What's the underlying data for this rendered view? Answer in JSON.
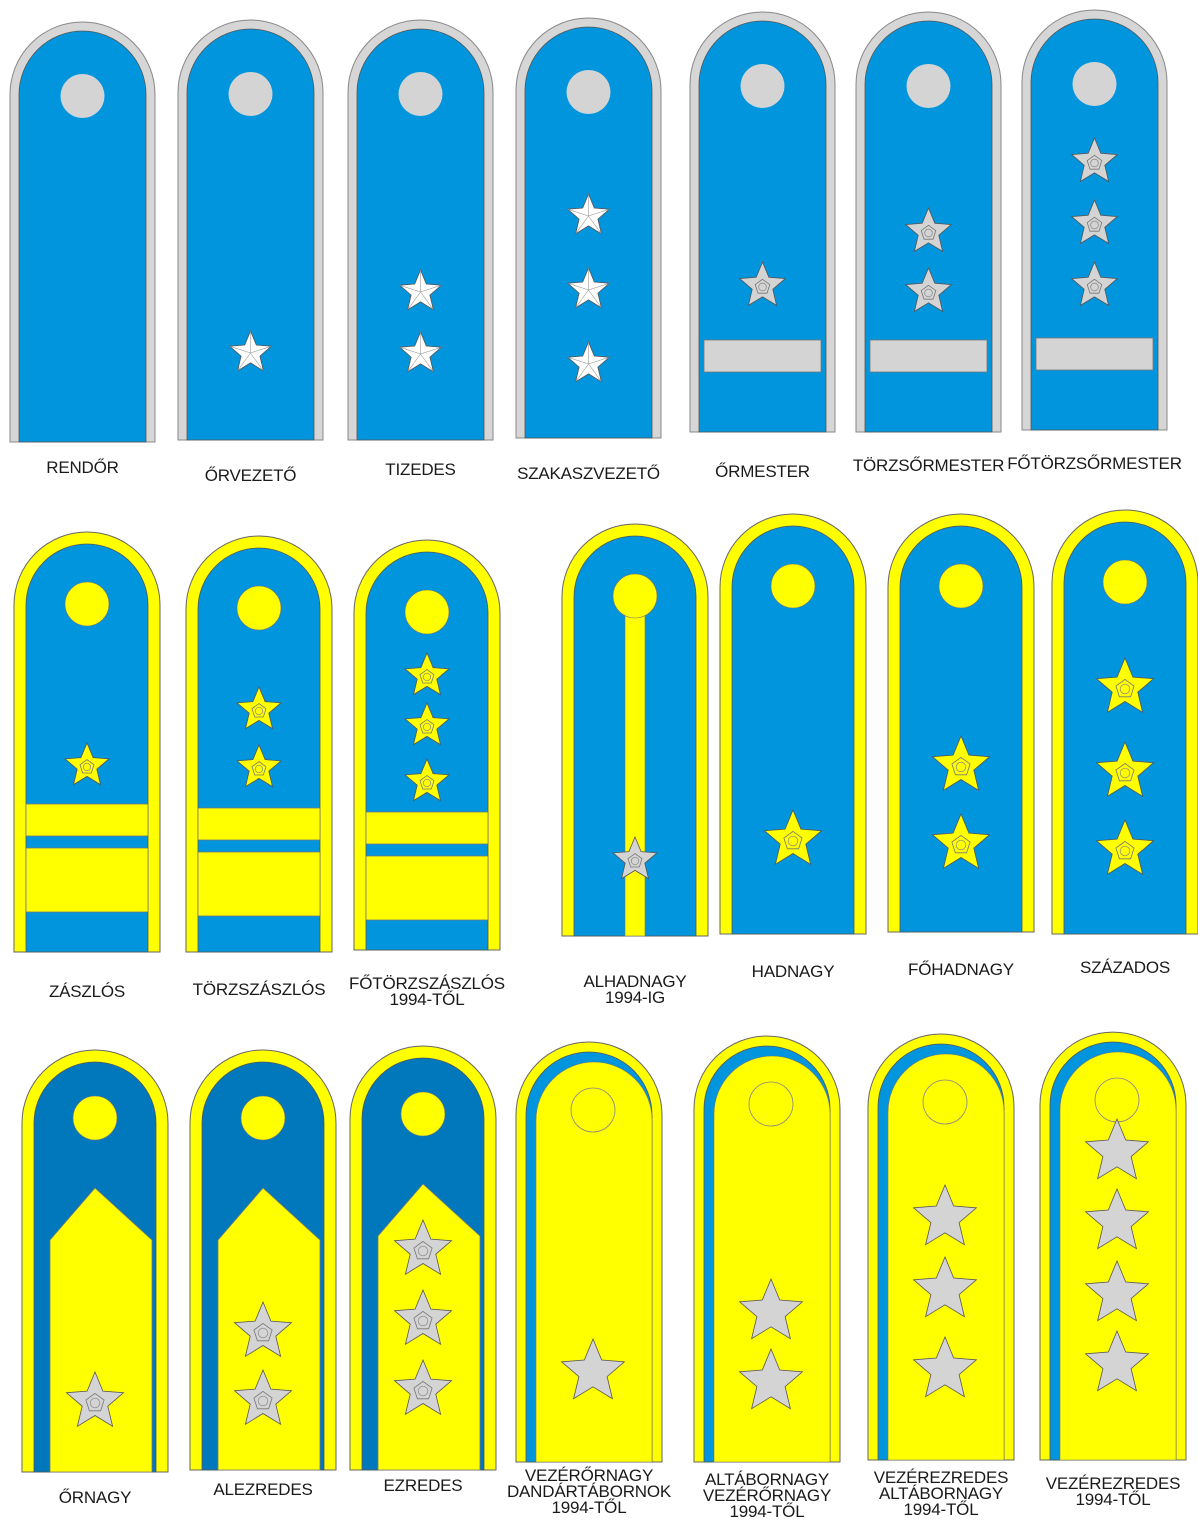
{
  "colors": {
    "blue": "#0095dd",
    "dark_blue": "#0078bb",
    "yellow": "#ffff00",
    "grey_border": "#d6d6d6",
    "silver": "#d4d4d4",
    "white_star": "#ffffff"
  },
  "rows": [
    {
      "style": "enlisted",
      "ranks": [
        {
          "label": [
            "RENDŐR"
          ],
          "stars": 0,
          "bars": 0
        },
        {
          "label": [
            "ŐRVEZETŐ"
          ],
          "stars": 1,
          "bars": 0
        },
        {
          "label": [
            "TIZEDES"
          ],
          "stars": 2,
          "bars": 0
        },
        {
          "label": [
            "SZAKASZVEZETŐ"
          ],
          "stars": 3,
          "bars": 0
        },
        {
          "label": [
            "ŐRMESTER"
          ],
          "stars": 1,
          "bars": 1
        },
        {
          "label": [
            "TÖRZSŐRMESTER"
          ],
          "stars": 2,
          "bars": 1
        },
        {
          "label": [
            "FŐTÖRZSŐRMESTER"
          ],
          "stars": 3,
          "bars": 1
        }
      ]
    },
    {
      "style": "warrant-and-company",
      "ranks": [
        {
          "label": [
            "ZÁSZLÓS"
          ],
          "stars": 1,
          "bars": 2
        },
        {
          "label": [
            "TÖRZSZÁSZLÓS"
          ],
          "stars": 2,
          "bars": 2
        },
        {
          "label": [
            "FŐTÖRZSZÁSZLÓS",
            "1994-TŐL"
          ],
          "stars": 3,
          "bars": 2
        },
        {
          "label": [
            "ALHADNAGY",
            "1994-IG"
          ],
          "stars": 1,
          "stripe": true
        },
        {
          "label": [
            "HADNAGY"
          ],
          "stars": 1
        },
        {
          "label": [
            "FŐHADNAGY"
          ],
          "stars": 2
        },
        {
          "label": [
            "SZÁZADOS"
          ],
          "stars": 3
        }
      ]
    },
    {
      "style": "field-and-general",
      "ranks": [
        {
          "label": [
            "ŐRNAGY"
          ],
          "stars": 1
        },
        {
          "label": [
            "ALEZREDES"
          ],
          "stars": 2
        },
        {
          "label": [
            "EZREDES"
          ],
          "stars": 3
        },
        {
          "label": [
            "VEZÉRŐRNAGY",
            "DANDÁRTÁBORNOK",
            "1994-TŐL"
          ],
          "stars": 1
        },
        {
          "label": [
            "ALTÁBORNAGY",
            "VEZÉRŐRNAGY",
            "1994-TŐL"
          ],
          "stars": 2
        },
        {
          "label": [
            "VEZÉREZREDES",
            "ALTÁBORNAGY",
            "1994-TŐL"
          ],
          "stars": 3
        },
        {
          "label": [
            "VEZÉREZREDES",
            "1994-TŐL"
          ],
          "stars": 4
        }
      ]
    }
  ]
}
